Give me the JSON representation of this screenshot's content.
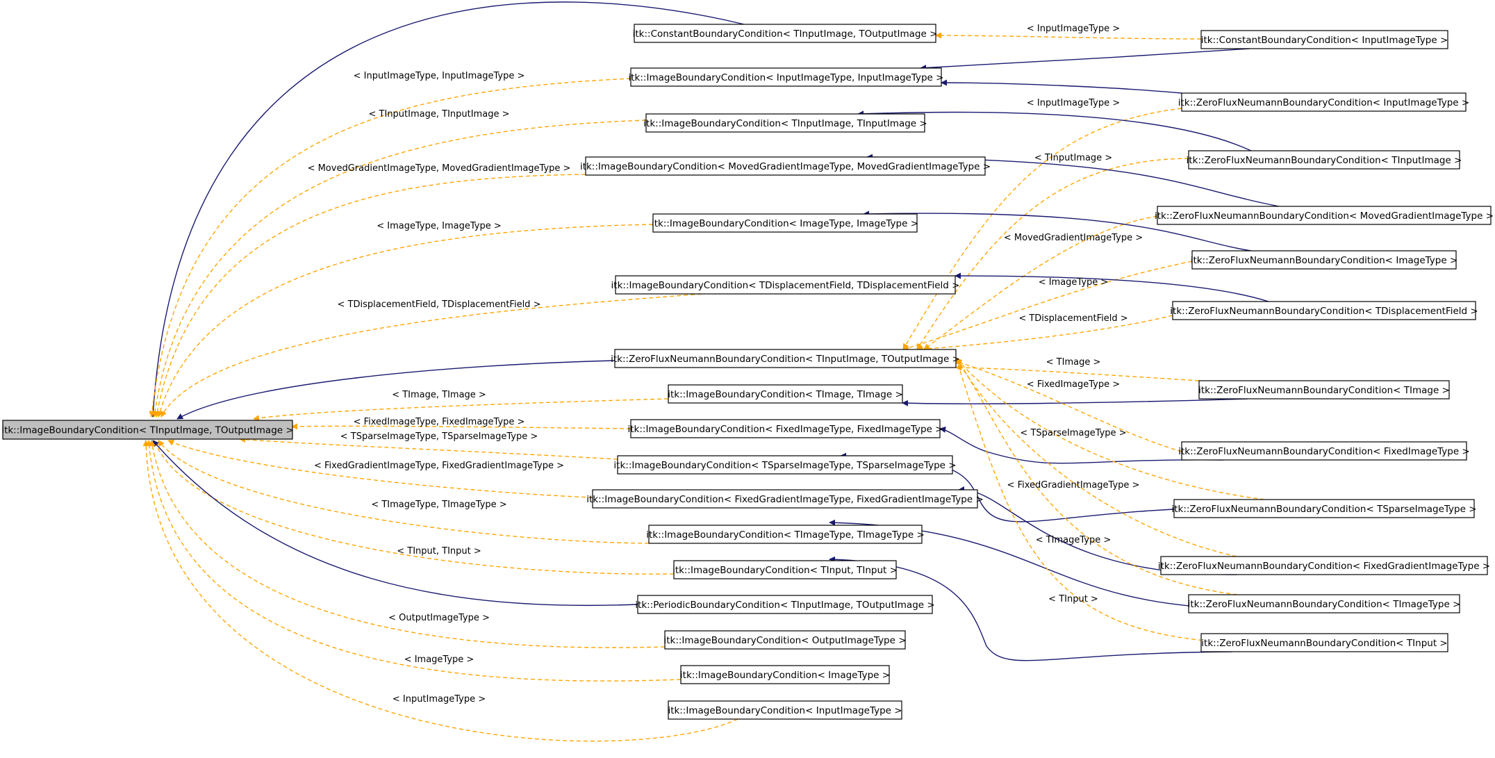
{
  "colors": {
    "inherit_edge": "#191970",
    "template_edge": "#ffa500",
    "root_fill": "#bfbfbf",
    "node_fill": "#ffffff"
  },
  "nodes": [
    {
      "id": "root",
      "label": "itk::ImageBoundaryCondition< TInputImage, TOutputImage >"
    },
    {
      "id": "cbc_t",
      "label": "itk::ConstantBoundaryCondition< TInputImage, TOutputImage >"
    },
    {
      "id": "ibc_iit",
      "label": "itk::ImageBoundaryCondition< InputImageType, InputImageType >"
    },
    {
      "id": "ibc_tii",
      "label": "itk::ImageBoundaryCondition< TInputImage, TInputImage >"
    },
    {
      "id": "ibc_mg",
      "label": "itk::ImageBoundaryCondition< MovedGradientImageType, MovedGradientImageType >"
    },
    {
      "id": "ibc_it",
      "label": "itk::ImageBoundaryCondition< ImageType, ImageType >"
    },
    {
      "id": "ibc_df",
      "label": "itk::ImageBoundaryCondition< TDisplacementField, TDisplacementField >"
    },
    {
      "id": "zfn_t",
      "label": "itk::ZeroFluxNeumannBoundaryCondition< TInputImage, TOutputImage >"
    },
    {
      "id": "ibc_ti",
      "label": "itk::ImageBoundaryCondition< TImage, TImage >"
    },
    {
      "id": "ibc_fi",
      "label": "itk::ImageBoundaryCondition< FixedImageType, FixedImageType >"
    },
    {
      "id": "ibc_sp",
      "label": "itk::ImageBoundaryCondition< TSparseImageType, TSparseImageType >"
    },
    {
      "id": "ibc_fg",
      "label": "itk::ImageBoundaryCondition< FixedGradientImageType, FixedGradientImageType >"
    },
    {
      "id": "ibc_tit",
      "label": "itk::ImageBoundaryCondition< TImageType, TImageType >"
    },
    {
      "id": "ibc_tin",
      "label": "itk::ImageBoundaryCondition< TInput, TInput >"
    },
    {
      "id": "pbc_t",
      "label": "itk::PeriodicBoundaryCondition< TInputImage, TOutputImage >"
    },
    {
      "id": "ibc_oit",
      "label": "itk::ImageBoundaryCondition< OutputImageType >"
    },
    {
      "id": "ibc_it1",
      "label": "itk::ImageBoundaryCondition< ImageType >"
    },
    {
      "id": "ibc_iit1",
      "label": "itk::ImageBoundaryCondition< InputImageType >"
    },
    {
      "id": "cbc_iit",
      "label": "itk::ConstantBoundaryCondition< InputImageType >"
    },
    {
      "id": "zfn_iit",
      "label": "itk::ZeroFluxNeumannBoundaryCondition< InputImageType >"
    },
    {
      "id": "zfn_tii",
      "label": "itk::ZeroFluxNeumannBoundaryCondition< TInputImage >"
    },
    {
      "id": "zfn_mg",
      "label": "itk::ZeroFluxNeumannBoundaryCondition< MovedGradientImageType >"
    },
    {
      "id": "zfn_it",
      "label": "itk::ZeroFluxNeumannBoundaryCondition< ImageType >"
    },
    {
      "id": "zfn_df",
      "label": "itk::ZeroFluxNeumannBoundaryCondition< TDisplacementField >"
    },
    {
      "id": "zfn_ti",
      "label": "itk::ZeroFluxNeumannBoundaryCondition< TImage >"
    },
    {
      "id": "zfn_fi",
      "label": "itk::ZeroFluxNeumannBoundaryCondition< FixedImageType >"
    },
    {
      "id": "zfn_sp",
      "label": "itk::ZeroFluxNeumannBoundaryCondition< TSparseImageType >"
    },
    {
      "id": "zfn_fg",
      "label": "itk::ZeroFluxNeumannBoundaryCondition< FixedGradientImageType >"
    },
    {
      "id": "zfn_tit",
      "label": "itk::ZeroFluxNeumannBoundaryCondition< TImageType >"
    },
    {
      "id": "zfn_tin",
      "label": "itk::ZeroFluxNeumannBoundaryCondition< TInput >"
    }
  ],
  "edges": [
    {
      "from": "cbc_t",
      "to": "root",
      "kind": "inherit",
      "label": ""
    },
    {
      "from": "ibc_iit",
      "to": "root",
      "kind": "template",
      "label": "< InputImageType, InputImageType >"
    },
    {
      "from": "ibc_tii",
      "to": "root",
      "kind": "template",
      "label": "< TInputImage, TInputImage >"
    },
    {
      "from": "ibc_mg",
      "to": "root",
      "kind": "template",
      "label": "< MovedGradientImageType, MovedGradientImageType >"
    },
    {
      "from": "ibc_it",
      "to": "root",
      "kind": "template",
      "label": "< ImageType, ImageType >"
    },
    {
      "from": "ibc_df",
      "to": "root",
      "kind": "template",
      "label": "< TDisplacementField, TDisplacementField >"
    },
    {
      "from": "zfn_t",
      "to": "root",
      "kind": "inherit",
      "label": ""
    },
    {
      "from": "ibc_ti",
      "to": "root",
      "kind": "template",
      "label": "< TImage, TImage >"
    },
    {
      "from": "ibc_fi",
      "to": "root",
      "kind": "template",
      "label": "< FixedImageType, FixedImageType >"
    },
    {
      "from": "ibc_sp",
      "to": "root",
      "kind": "template",
      "label": "< TSparseImageType, TSparseImageType >"
    },
    {
      "from": "ibc_fg",
      "to": "root",
      "kind": "template",
      "label": "< FixedGradientImageType, FixedGradientImageType >"
    },
    {
      "from": "ibc_tit",
      "to": "root",
      "kind": "template",
      "label": "< TImageType, TImageType >"
    },
    {
      "from": "ibc_tin",
      "to": "root",
      "kind": "template",
      "label": "< TInput, TInput >"
    },
    {
      "from": "pbc_t",
      "to": "root",
      "kind": "inherit",
      "label": ""
    },
    {
      "from": "ibc_oit",
      "to": "root",
      "kind": "template",
      "label": "< OutputImageType >"
    },
    {
      "from": "ibc_it1",
      "to": "root",
      "kind": "template",
      "label": "< ImageType >"
    },
    {
      "from": "ibc_iit1",
      "to": "root",
      "kind": "template",
      "label": "< InputImageType >"
    },
    {
      "from": "cbc_iit",
      "to": "cbc_t",
      "kind": "template",
      "label": "< InputImageType >"
    },
    {
      "from": "cbc_iit",
      "to": "ibc_iit",
      "kind": "inherit",
      "label": ""
    },
    {
      "from": "zfn_iit",
      "to": "ibc_iit",
      "kind": "inherit",
      "label": ""
    },
    {
      "from": "zfn_iit",
      "to": "zfn_t",
      "kind": "template",
      "label": "< InputImageType >"
    },
    {
      "from": "zfn_tii",
      "to": "ibc_tii",
      "kind": "inherit",
      "label": ""
    },
    {
      "from": "zfn_tii",
      "to": "zfn_t",
      "kind": "template",
      "label": "< TInputImage >"
    },
    {
      "from": "zfn_mg",
      "to": "ibc_mg",
      "kind": "inherit",
      "label": ""
    },
    {
      "from": "zfn_mg",
      "to": "zfn_t",
      "kind": "template",
      "label": "< MovedGradientImageType >"
    },
    {
      "from": "zfn_it",
      "to": "ibc_it",
      "kind": "inherit",
      "label": ""
    },
    {
      "from": "zfn_it",
      "to": "zfn_t",
      "kind": "template",
      "label": "< ImageType >"
    },
    {
      "from": "zfn_df",
      "to": "ibc_df",
      "kind": "inherit",
      "label": ""
    },
    {
      "from": "zfn_df",
      "to": "zfn_t",
      "kind": "template",
      "label": "< TDisplacementField >"
    },
    {
      "from": "zfn_ti",
      "to": "ibc_ti",
      "kind": "inherit",
      "label": ""
    },
    {
      "from": "zfn_ti",
      "to": "zfn_t",
      "kind": "template",
      "label": "< TImage >"
    },
    {
      "from": "zfn_fi",
      "to": "ibc_fi",
      "kind": "inherit",
      "label": ""
    },
    {
      "from": "zfn_fi",
      "to": "zfn_t",
      "kind": "template",
      "label": "< FixedImageType >"
    },
    {
      "from": "zfn_sp",
      "to": "ibc_sp",
      "kind": "inherit",
      "label": ""
    },
    {
      "from": "zfn_sp",
      "to": "zfn_t",
      "kind": "template",
      "label": "< TSparseImageType >"
    },
    {
      "from": "zfn_fg",
      "to": "ibc_fg",
      "kind": "inherit",
      "label": ""
    },
    {
      "from": "zfn_fg",
      "to": "zfn_t",
      "kind": "template",
      "label": "< FixedGradientImageType >"
    },
    {
      "from": "zfn_tit",
      "to": "ibc_tit",
      "kind": "inherit",
      "label": ""
    },
    {
      "from": "zfn_tit",
      "to": "zfn_t",
      "kind": "template",
      "label": "< TImageType >"
    },
    {
      "from": "zfn_tin",
      "to": "ibc_tin",
      "kind": "inherit",
      "label": ""
    },
    {
      "from": "zfn_tin",
      "to": "zfn_t",
      "kind": "template",
      "label": "< TInput >"
    }
  ]
}
